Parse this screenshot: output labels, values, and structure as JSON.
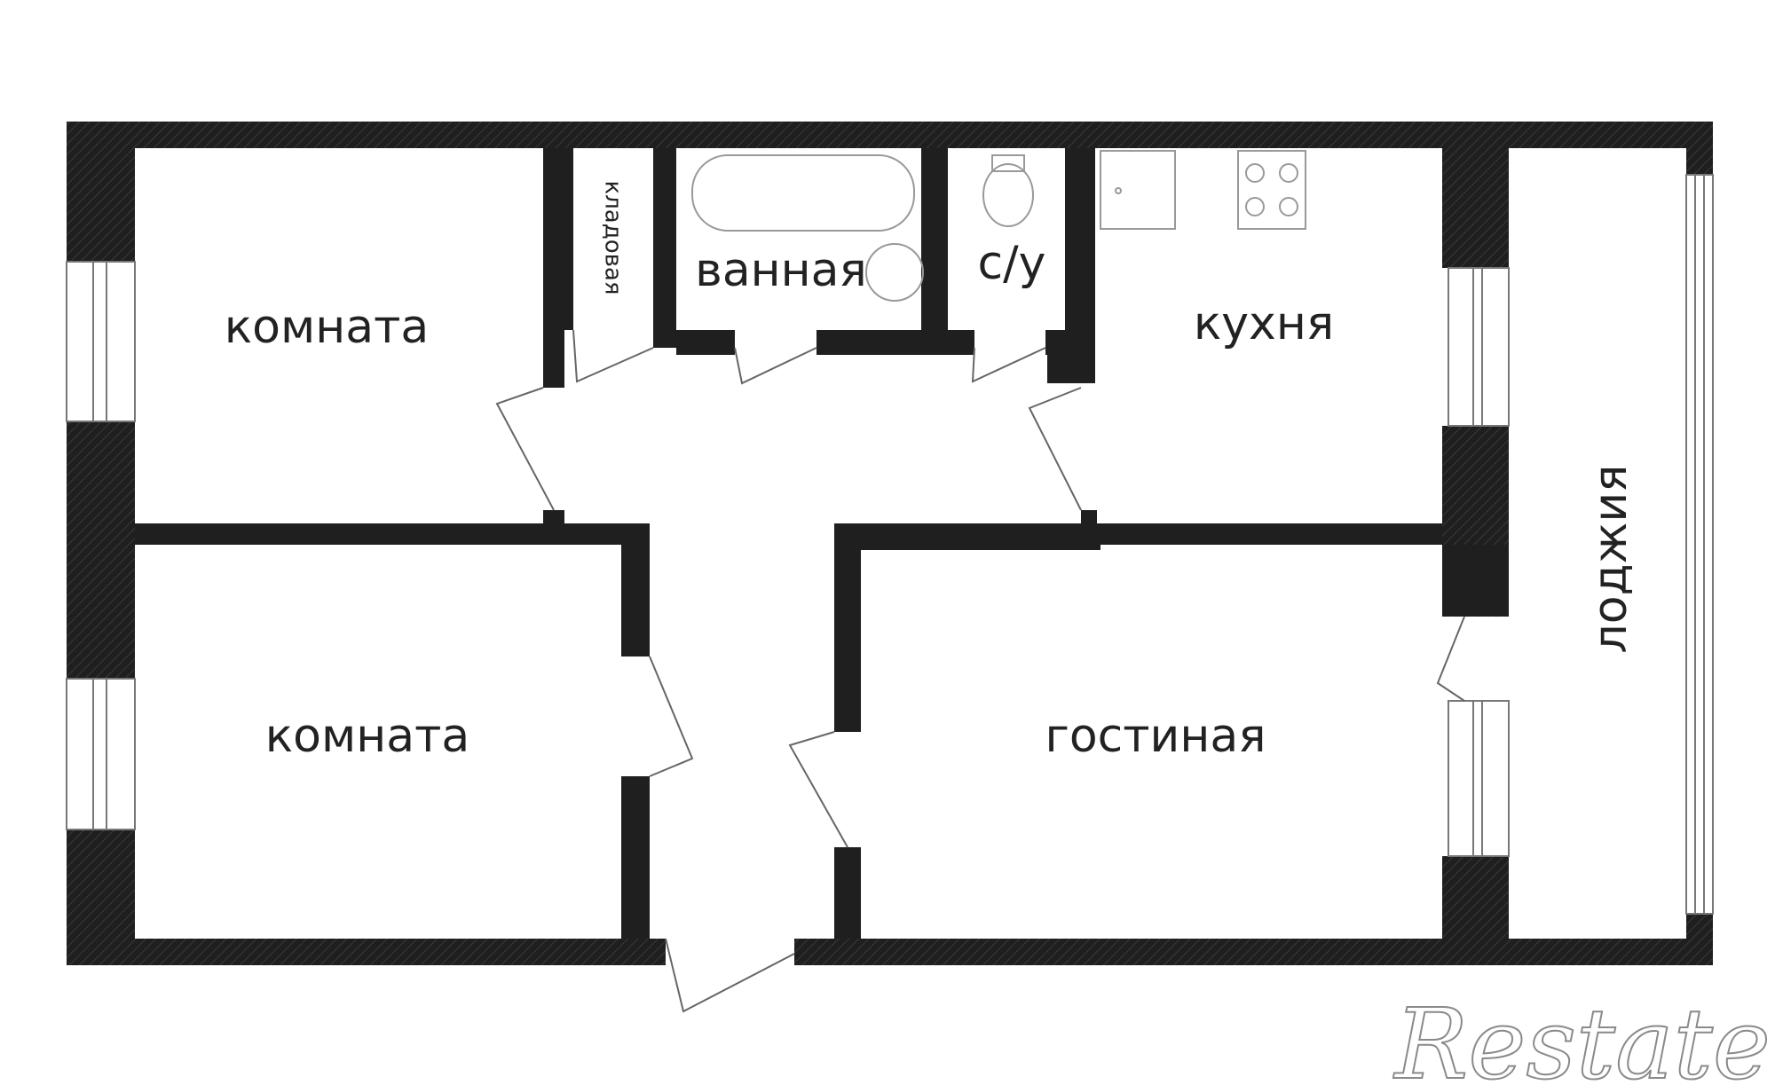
{
  "rooms": {
    "room_top_left": "комната",
    "room_bottom_left": "комната",
    "pantry": "кладовая",
    "bathroom": "ванная",
    "wc": "с/у",
    "kitchen": "кухня",
    "living_room": "гостиная",
    "loggia": "лоджия"
  },
  "watermark": "Restate",
  "colors": {
    "wall": "#1f1f1f",
    "background": "#ffffff",
    "fixture_line": "#999999"
  }
}
